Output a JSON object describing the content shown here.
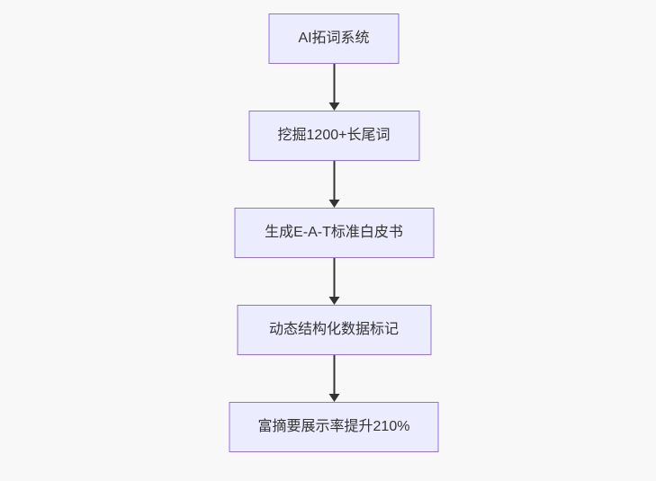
{
  "diagram": {
    "type": "flowchart",
    "direction": "top-down",
    "nodes": [
      {
        "id": "A",
        "label": "AI拓词系统"
      },
      {
        "id": "B",
        "label": "挖掘1200+长尾词"
      },
      {
        "id": "C",
        "label": "生成E-A-T标准白皮书"
      },
      {
        "id": "D",
        "label": "动态结构化数据标记"
      },
      {
        "id": "E",
        "label": "富摘要展示率提升210%"
      }
    ],
    "edges": [
      {
        "from": "A",
        "to": "B"
      },
      {
        "from": "B",
        "to": "C"
      },
      {
        "from": "C",
        "to": "D"
      },
      {
        "from": "D",
        "to": "E"
      }
    ],
    "colors": {
      "background": "#f8f8f8",
      "node_fill": "#ECECFF",
      "node_border": "#9370DB",
      "text": "#333333",
      "arrow": "#333333"
    }
  }
}
